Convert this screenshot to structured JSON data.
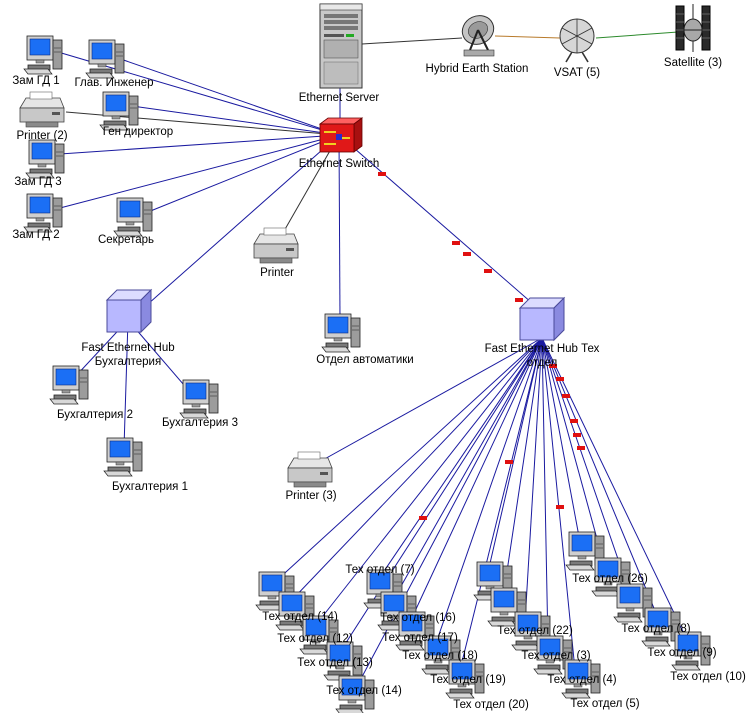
{
  "colors": {
    "background": "#ffffff",
    "link_blue": "#1a1aa0",
    "link_gray": "#333333",
    "link_orange": "#b87a2a",
    "link_green": "#2c8a2c",
    "packet_red": "#e01010",
    "switch_red": "#e01818",
    "hub_violet": "#b8b8ff",
    "screen_blue": "#1b6ff5"
  },
  "labels": {
    "ethernet_server": "Ethernet Server",
    "ethernet_switch": "Ethernet Switch",
    "earth_station": "Hybrid Earth Station",
    "vsat": "VSAT (5)",
    "satellite": "Satellite (3)",
    "zam_gd_1": "Зам ГД 1",
    "glav_inzh": "Глав. Инженер",
    "printer_2": "Printer (2)",
    "gen_dir": "Ген директор",
    "zam_gd_3": "Зам ГД 3",
    "zam_gd_2": "Зам ГД 2",
    "sekretar": "Секретарь",
    "printer": "Printer",
    "otdel_avt": "Отдел автоматики",
    "hub_buh_1": "Fast Ethernet Hub",
    "hub_buh_2": "Бухгалтерия",
    "buh_2": "Бухгалтерия 2",
    "buh_3": "Бухгалтерия 3",
    "buh_1": "Бухгалтерия 1",
    "hub_tex_1": "Fast Ethernet Hub Тех",
    "hub_tex_2": "отдел",
    "printer_3": "Printer (3)",
    "tex_7": "Тех отдел (7)",
    "tex_26": "Тех отдел (26)",
    "tex_14a": "Тех отдел (14)",
    "tex_16": "Тех отдел (16)",
    "tex_12": "Тех отдел (12)",
    "tex_17": "Тех отдел (17)",
    "tex_22": "Тех отдел (22)",
    "tex_8": "Тех отдел (8)",
    "tex_13": "Тех отдел (13)",
    "tex_18": "Тех отдел (18)",
    "tex_3": "Тех отдел (3)",
    "tex_9": "Тех отдел (9)",
    "tex_14b": "Тех отдел (14)",
    "tex_19": "Тех отдел (19)",
    "tex_4": "Тех отдел (4)",
    "tex_10": "Тех отдел (10)",
    "tex_20": "Тех отдел (20)",
    "tex_5": "Тех отдел (5)"
  }
}
